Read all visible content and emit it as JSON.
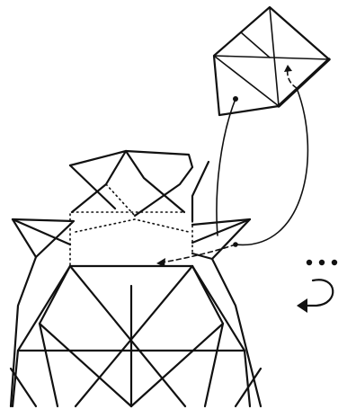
{
  "diagram": {
    "kind": "origami folding step",
    "background_color": "#ffffff",
    "line_color": "#111111",
    "symbols": {
      "detail_view": "enlarged-flap-inset",
      "fold_arrows": [
        "fold-arrow-left",
        "fold-arrow-right"
      ],
      "turn_symbol": "turn-over-symbol",
      "repeat_symbol": "repeat-dots"
    }
  }
}
